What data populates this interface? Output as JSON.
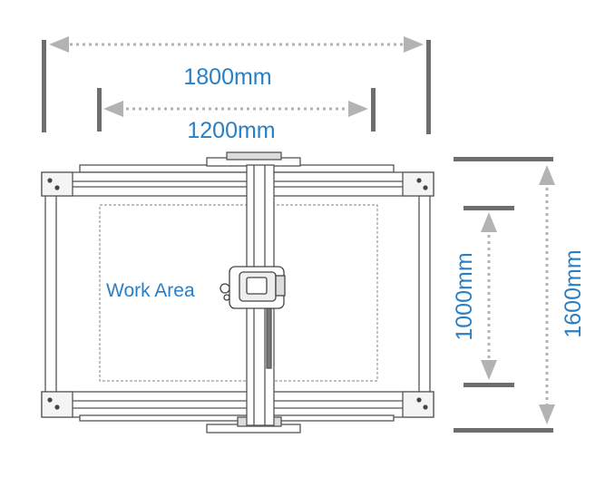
{
  "dimensions": {
    "outer_width": "1800mm",
    "inner_width": "1200mm",
    "inner_height": "1000mm",
    "outer_height": "1600mm"
  },
  "labels": {
    "work_area": "Work Area"
  },
  "colors": {
    "label_blue": "#2a7fc4",
    "bar_dark": "#6e6e6e",
    "arrow_gray": "#b3b3b3",
    "frame_line": "#555555",
    "work_area_dash": "#9a9a9a"
  }
}
